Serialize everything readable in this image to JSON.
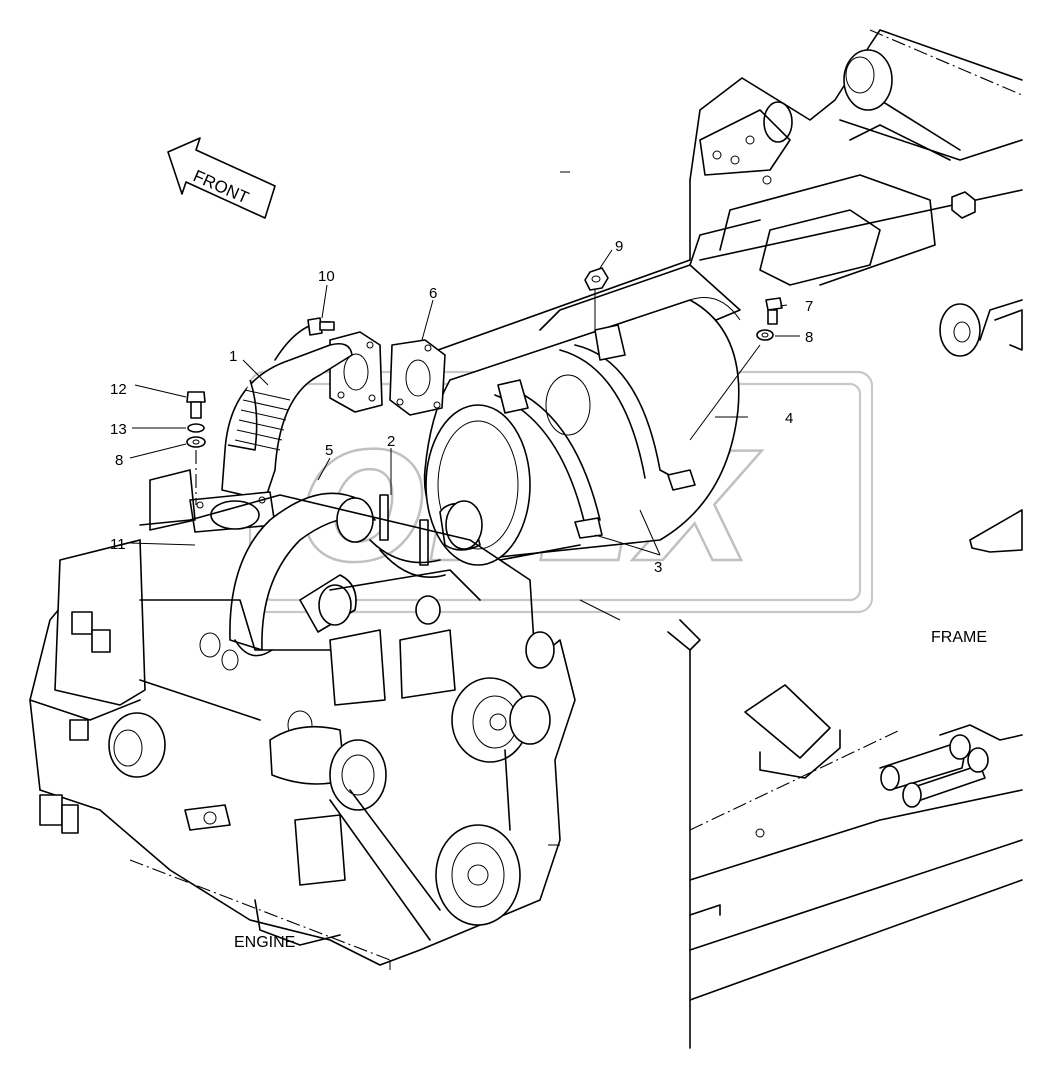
{
  "diagram": {
    "front_label": "FRONT",
    "frame_label": "FRAME",
    "engine_label": "ENGINE",
    "watermark": "OPEX",
    "callouts": {
      "c1": "1",
      "c2": "2",
      "c3": "3",
      "c4": "4",
      "c5": "5",
      "c6": "6",
      "c7": "7",
      "c8a": "8",
      "c8b": "8",
      "c9": "9",
      "c10": "10",
      "c11": "11",
      "c12": "12",
      "c13": "13"
    }
  }
}
